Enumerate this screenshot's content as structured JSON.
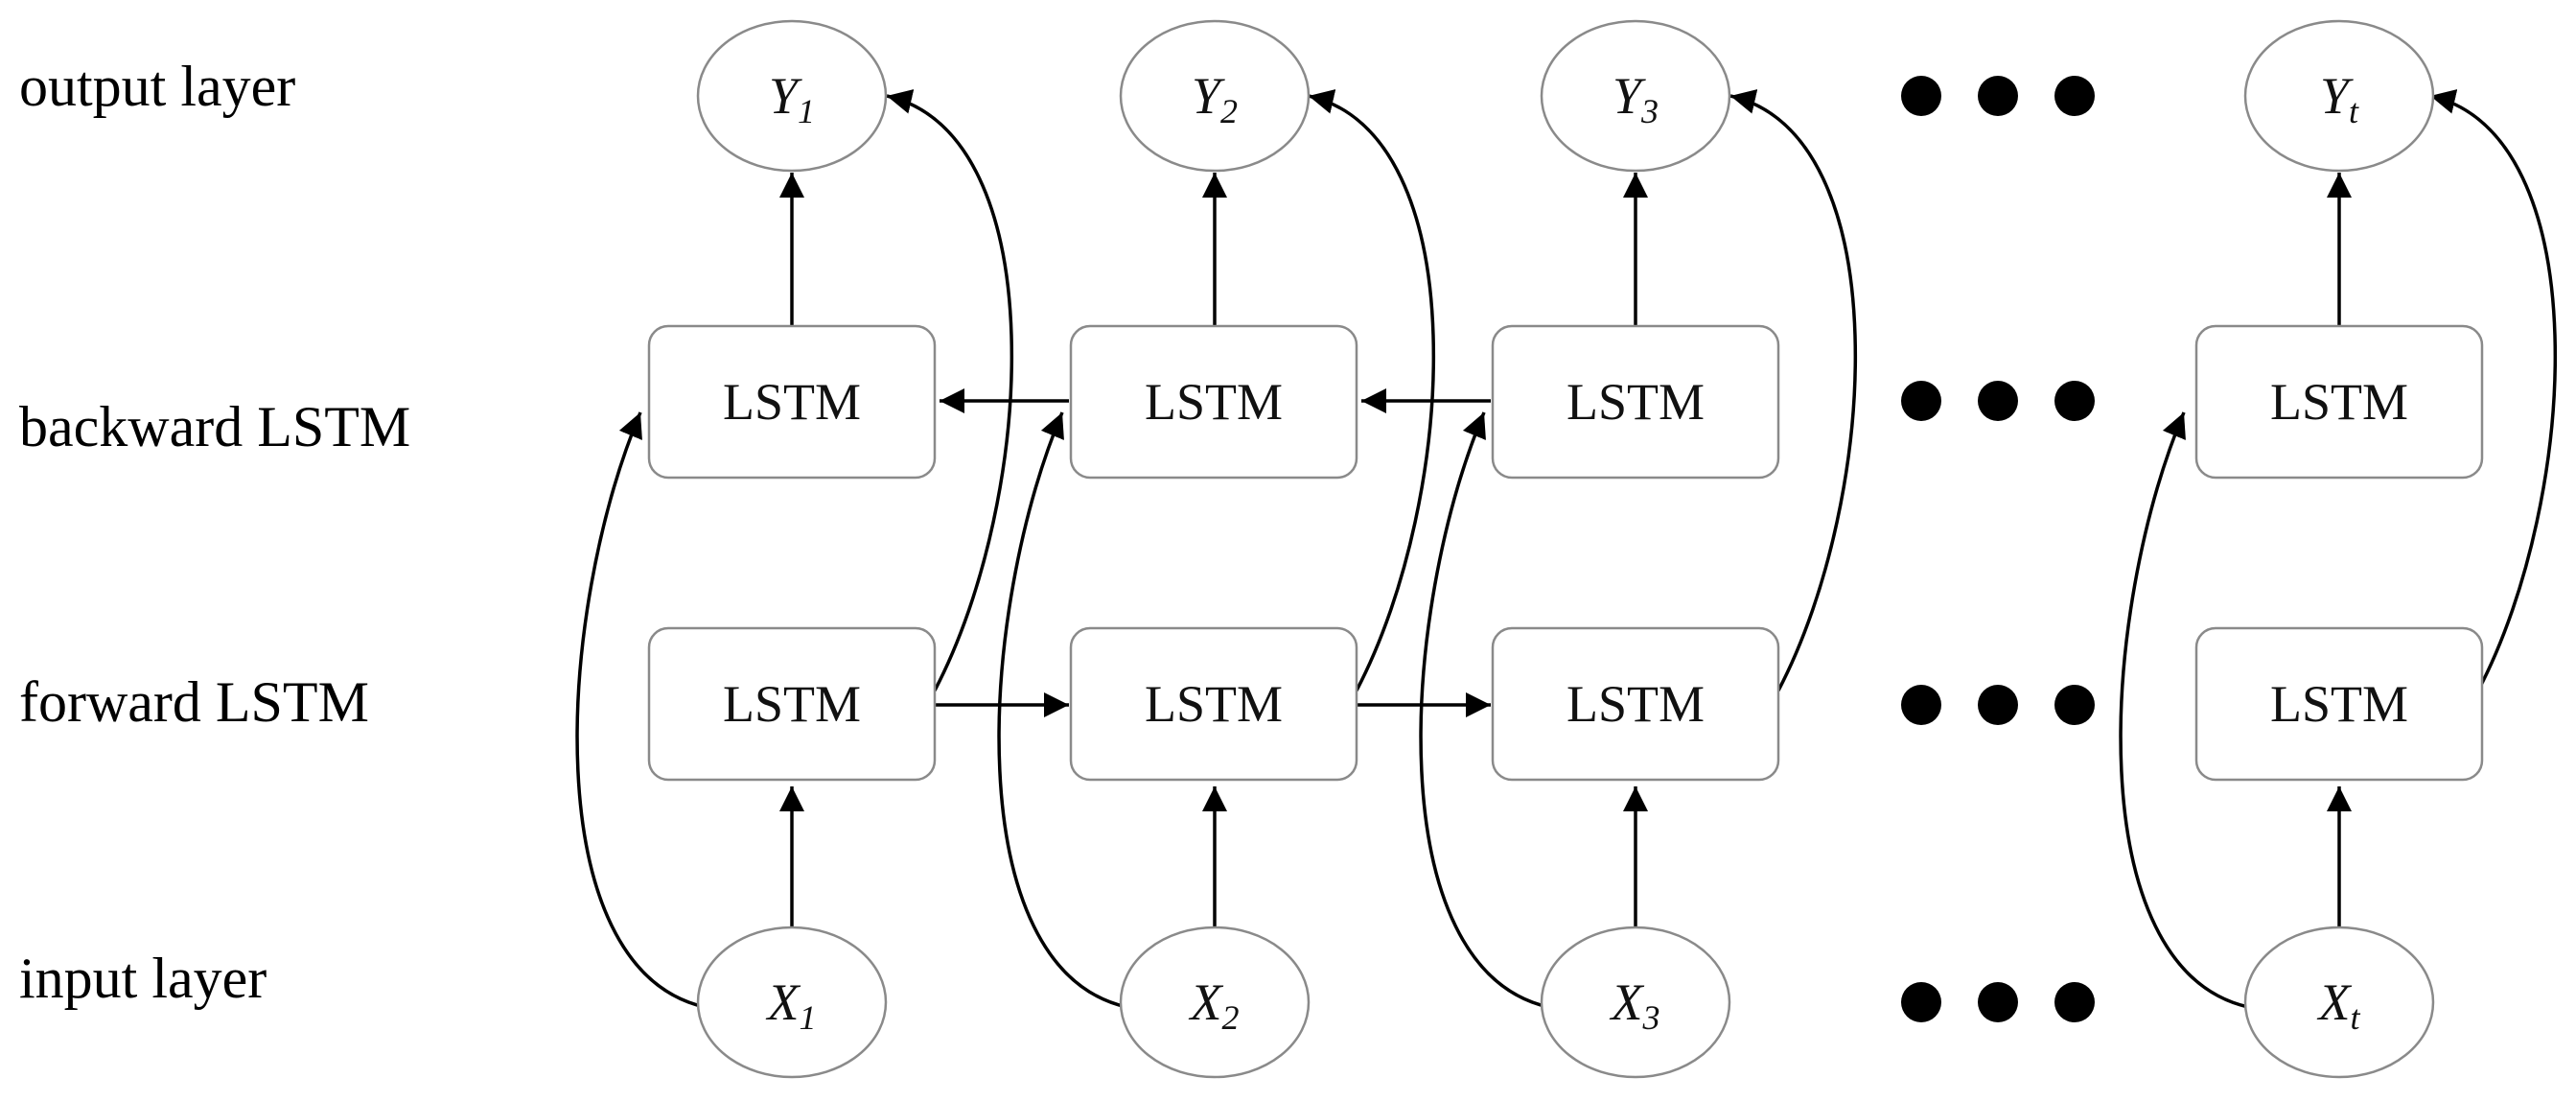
{
  "diagram": {
    "row_labels": {
      "output": "output layer",
      "backward": "backward LSTM",
      "forward": "forward LSTM",
      "input": "input layer"
    },
    "cell_label": "LSTM",
    "steps": [
      {
        "output_var": "Y",
        "output_sub": "1",
        "input_var": "X",
        "input_sub": "1"
      },
      {
        "output_var": "Y",
        "output_sub": "2",
        "input_var": "X",
        "input_sub": "2"
      },
      {
        "output_var": "Y",
        "output_sub": "3",
        "input_var": "X",
        "input_sub": "3"
      },
      {
        "output_var": "Y",
        "output_sub": "t",
        "input_var": "X",
        "input_sub": "t"
      }
    ],
    "ellipsis": "• • •",
    "colors": {
      "stroke": "#000000",
      "box_border": "#8a8a8a"
    }
  }
}
